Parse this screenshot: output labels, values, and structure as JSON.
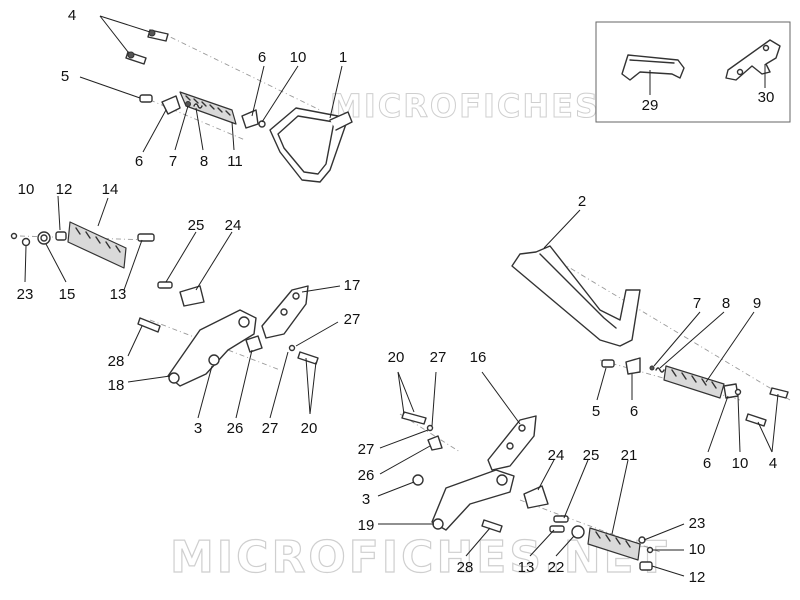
{
  "watermark": {
    "text": "MICROFICHES.NET"
  },
  "inset": {
    "labels": [
      "29",
      "30"
    ]
  },
  "callouts": {
    "c4a": "4",
    "c5a": "5",
    "c6a": "6",
    "c10a": "10",
    "c1": "1",
    "c6b": "6",
    "c7a": "7",
    "c8a": "8",
    "c11": "11",
    "c10b": "10",
    "c12a": "12",
    "c14": "14",
    "c23a": "23",
    "c15": "15",
    "c25a": "25",
    "c24a": "24",
    "c13a": "13",
    "c17": "17",
    "c27a": "27",
    "c28a": "28",
    "c18": "18",
    "c3a": "3",
    "c26a": "26",
    "c27b": "27",
    "c20a": "20",
    "c2": "2",
    "c7b": "7",
    "c8b": "8",
    "c9": "9",
    "c5b": "5",
    "c6c": "6",
    "c6d": "6",
    "c10c": "10",
    "c4b": "4",
    "c20b": "20",
    "c27c": "27",
    "c16": "16",
    "c27d": "27",
    "c26b": "26",
    "c3b": "3",
    "c19": "19",
    "c24b": "24",
    "c25b": "25",
    "c21": "21",
    "c28b": "28",
    "c13b": "13",
    "c22": "22",
    "c23b": "23",
    "c10d": "10",
    "c12b": "12"
  }
}
